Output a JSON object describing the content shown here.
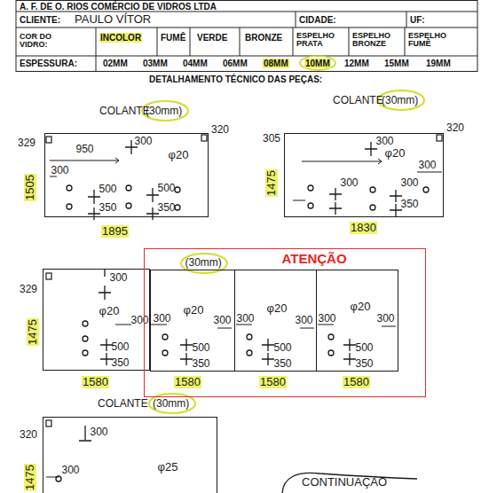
{
  "diagram": {
    "title": "A. F. DE O. RIOS COMÉRCIO DE VIDROS LTDA",
    "nodes": [
      {
        "text": [
          "950",
          "300",
          "φ20",
          "300",
          "500",
          "350",
          "500",
          "350"
        ]
      },
      {
        "text": [
          "300",
          "φ20",
          "300",
          "300",
          "300",
          "350"
        ]
      },
      {
        "text": [
          "300",
          "φ20",
          "300",
          "500",
          "350"
        ]
      },
      {
        "text": [
          "ATENÇÃO",
          "(30mm)"
        ]
      },
      {
        "text": [
          "φ20",
          "300",
          "300",
          "500",
          "350"
        ],
        "in": 3
      },
      {
        "text": [
          "φ20",
          "300",
          "300",
          "500",
          "350"
        ],
        "in": 3
      },
      {
        "text": [
          "φ20",
          "300",
          "300",
          "500",
          "350"
        ],
        "in": 3
      },
      {
        "text": [
          "300",
          "φ25",
          "300"
        ]
      }
    ],
    "labels": [
      "CLIENTE:",
      "PAULO VÍTOR",
      "CIDADE:",
      "UF:",
      "COR DO VIDRO:",
      "INCOLOR",
      "FUMÊ",
      "VERDE",
      "BRONZE",
      "ESPELHO PRATA",
      "ESPELHO BRONZE",
      "ESPELHO FUMÊ",
      "ESPESSURA:",
      "02MM",
      "03MM",
      "04MM",
      "06MM",
      "08MM",
      "10MM",
      "12MM",
      "15MM",
      "19MM",
      "DETALHAMENTO TÉCNICO DAS PEÇAS:",
      "COLANTE",
      "(30mm)",
      "329",
      "320",
      "1505",
      "1895",
      "COLANTE",
      "(30mm)",
      "305",
      "320",
      "1475",
      "1830",
      "329",
      "1475",
      "1580",
      "1580",
      "1580",
      "1580",
      "COLANTE",
      "(30mm)",
      "320",
      "1475",
      "CONTINUAÇÃO"
    ]
  }
}
